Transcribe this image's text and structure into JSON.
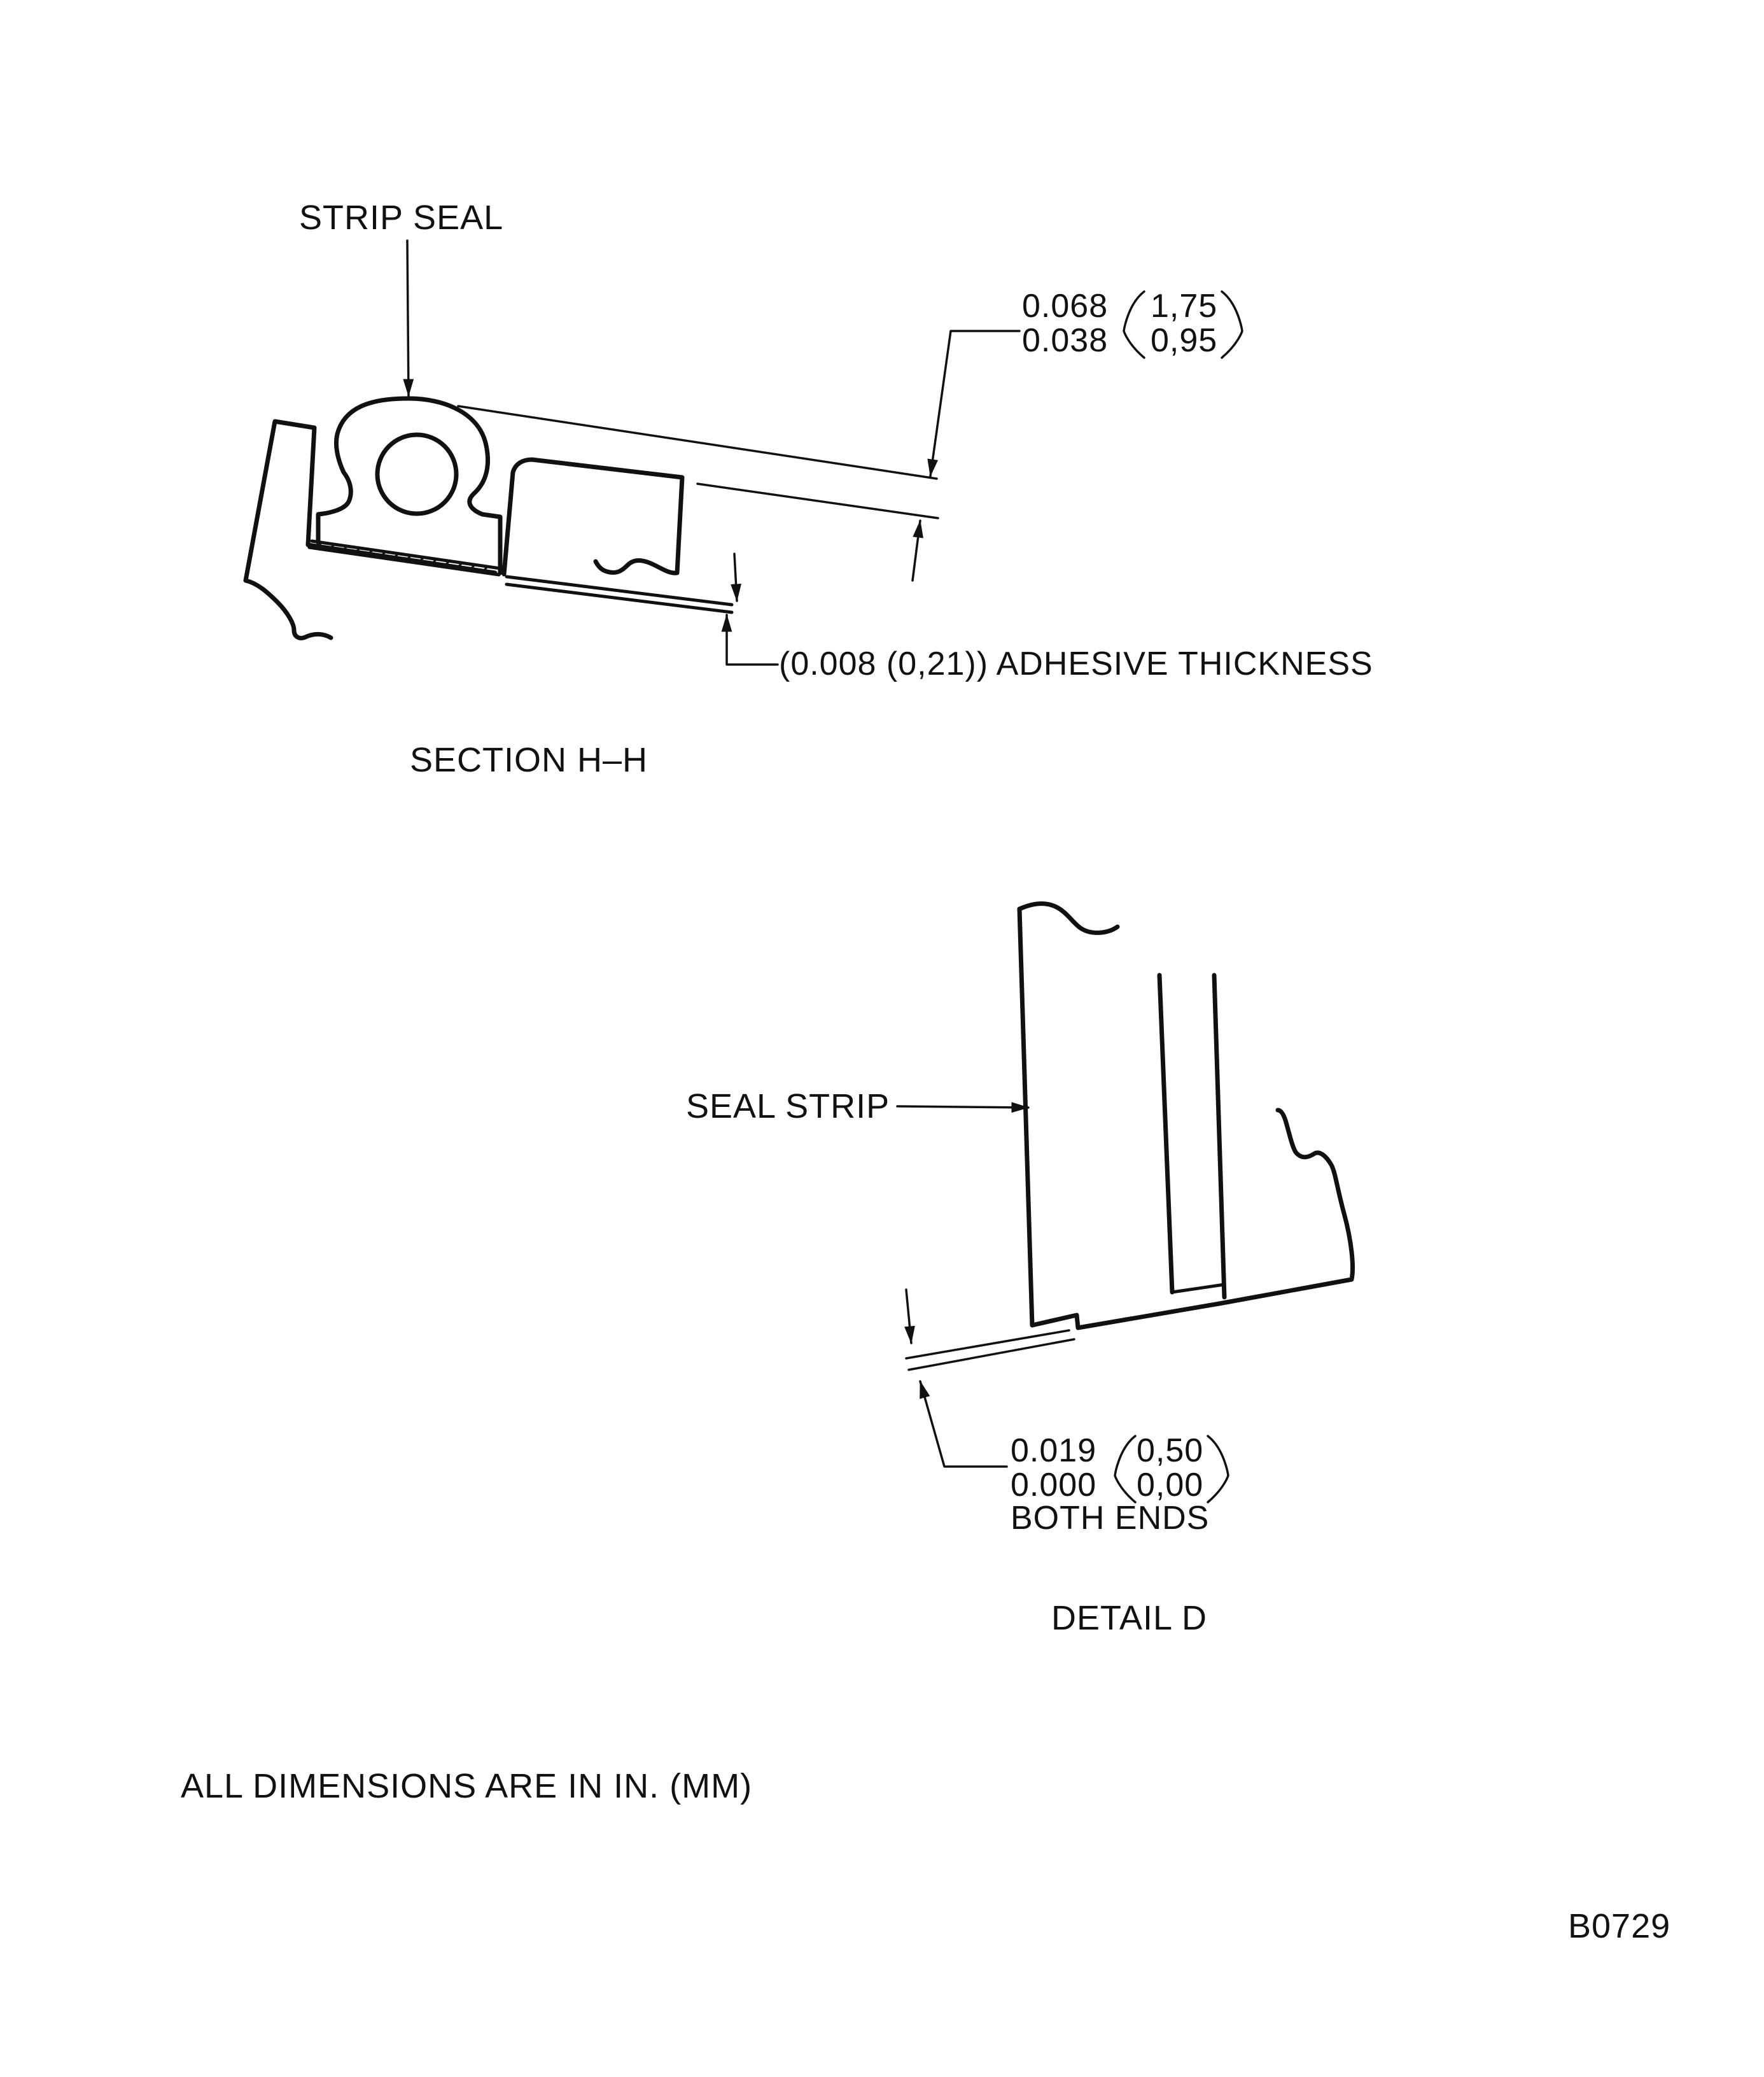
{
  "section_hh": {
    "title": "SECTION H–H",
    "strip_seal_label": "STRIP SEAL",
    "dim_upper": {
      "max_in": "0.068",
      "min_in": "0.038",
      "max_mm": "1,75",
      "min_mm": "0,95"
    },
    "adhesive_label": "(0.008 (0,21)) ADHESIVE THICKNESS"
  },
  "detail_d": {
    "title": "DETAIL D",
    "seal_strip_label": "SEAL STRIP",
    "dim": {
      "max_in": "0.019",
      "min_in": "0.000",
      "max_mm": "0,50",
      "min_mm": "0,00",
      "note": "BOTH ENDS"
    }
  },
  "footer": {
    "units_note": "ALL DIMENSIONS ARE IN IN. (MM)",
    "drawing_number": "B0729"
  },
  "colors": {
    "ink": "#111111",
    "paper": "#ffffff"
  }
}
